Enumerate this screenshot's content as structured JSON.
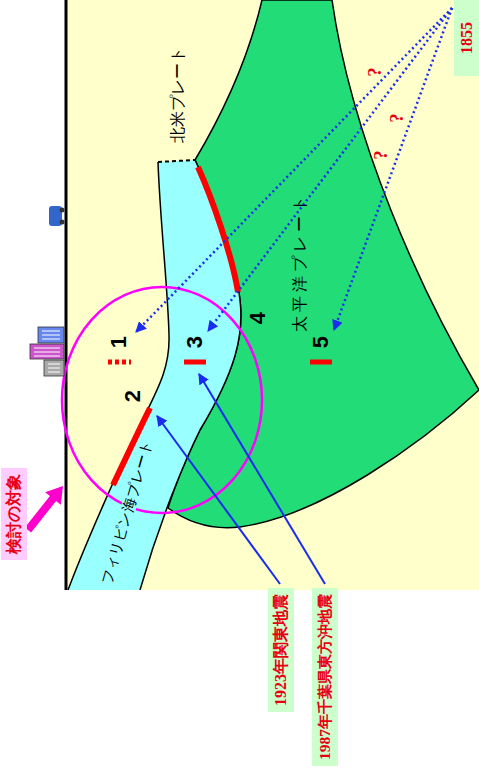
{
  "diagram": {
    "nodes": [
      {
        "text": [
          "1855"
        ]
      },
      {
        "text": [
          "検討の対象"
        ]
      },
      {
        "text": [
          "1923年関東地震"
        ]
      },
      {
        "text": [
          "1987年千葉県東方沖地震"
        ]
      }
    ],
    "labels": [
      "北米プレート",
      "太平洋プレート",
      "フィリピン海プレート",
      "1",
      "2",
      "3",
      "4",
      "5",
      "?",
      "?",
      "?"
    ]
  }
}
